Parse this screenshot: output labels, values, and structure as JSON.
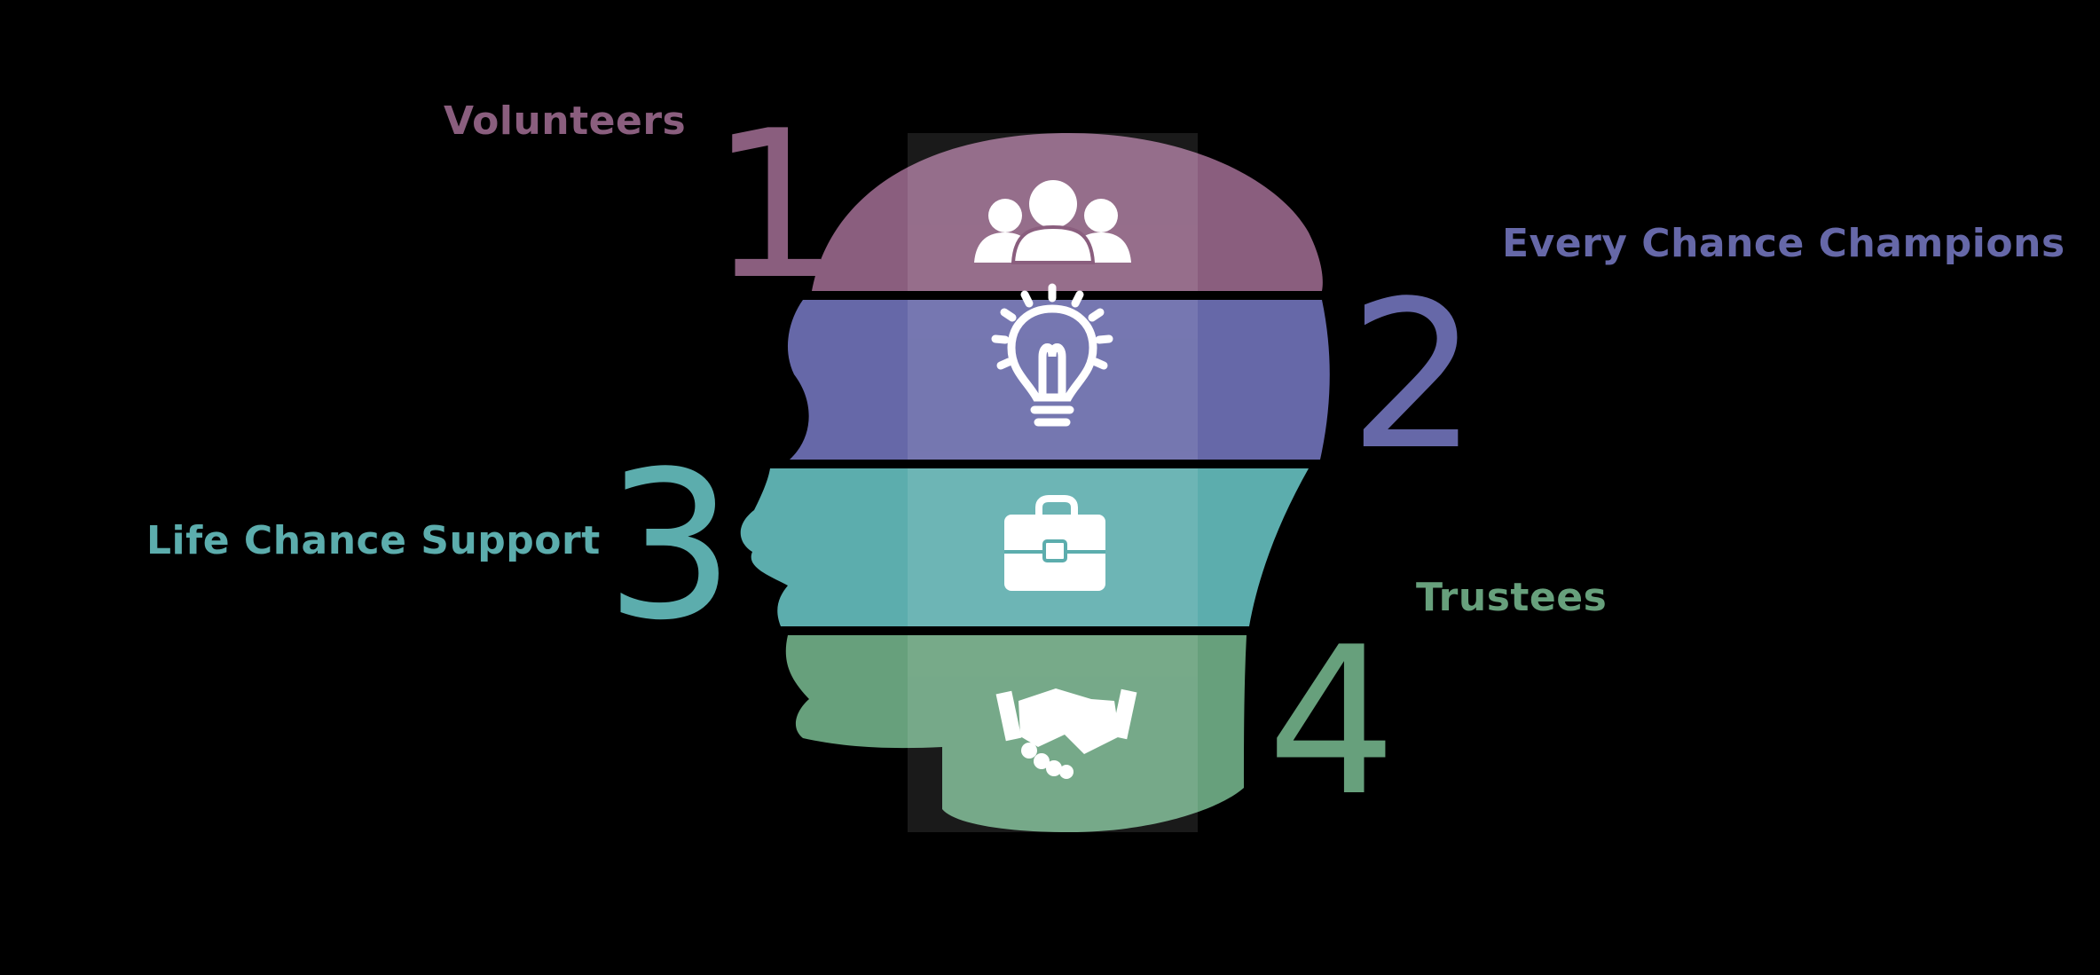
{
  "layers": [
    {
      "number": "1",
      "label": "Volunteers",
      "color": "#8a5e7e",
      "icon": "people-group-icon"
    },
    {
      "number": "2",
      "label": "Every Chance Champions",
      "color": "#6668a8",
      "icon": "lightbulb-icon"
    },
    {
      "number": "3",
      "label": "Life Chance Support",
      "color": "#5cadad",
      "icon": "briefcase-icon"
    },
    {
      "number": "4",
      "label": "Trustees",
      "color": "#67a07c",
      "icon": "handshake-icon"
    }
  ],
  "background": "#000000",
  "icon_color": "#ffffff"
}
